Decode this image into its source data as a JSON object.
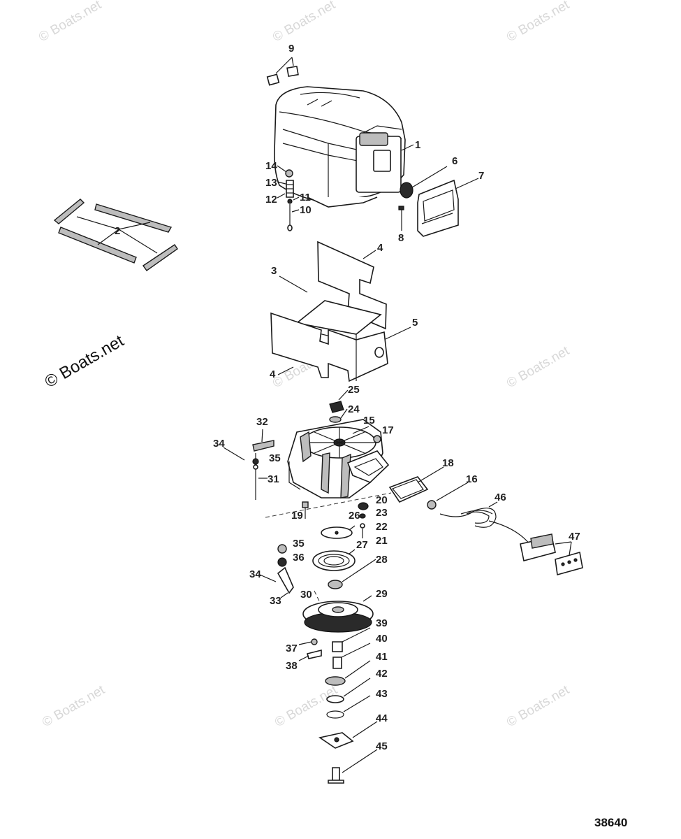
{
  "watermark_text": "© Boats.net",
  "figure_number": "38640",
  "callouts": [
    "1",
    "2",
    "3",
    "4",
    "4",
    "5",
    "6",
    "7",
    "8",
    "9",
    "10",
    "11",
    "12",
    "13",
    "14",
    "15",
    "16",
    "17",
    "18",
    "19",
    "20",
    "21",
    "22",
    "23",
    "24",
    "25",
    "26",
    "27",
    "28",
    "29",
    "30",
    "31",
    "32",
    "33",
    "34",
    "34",
    "35",
    "35",
    "36",
    "37",
    "38",
    "39",
    "40",
    "41",
    "42",
    "43",
    "44",
    "45",
    "46",
    "47"
  ]
}
